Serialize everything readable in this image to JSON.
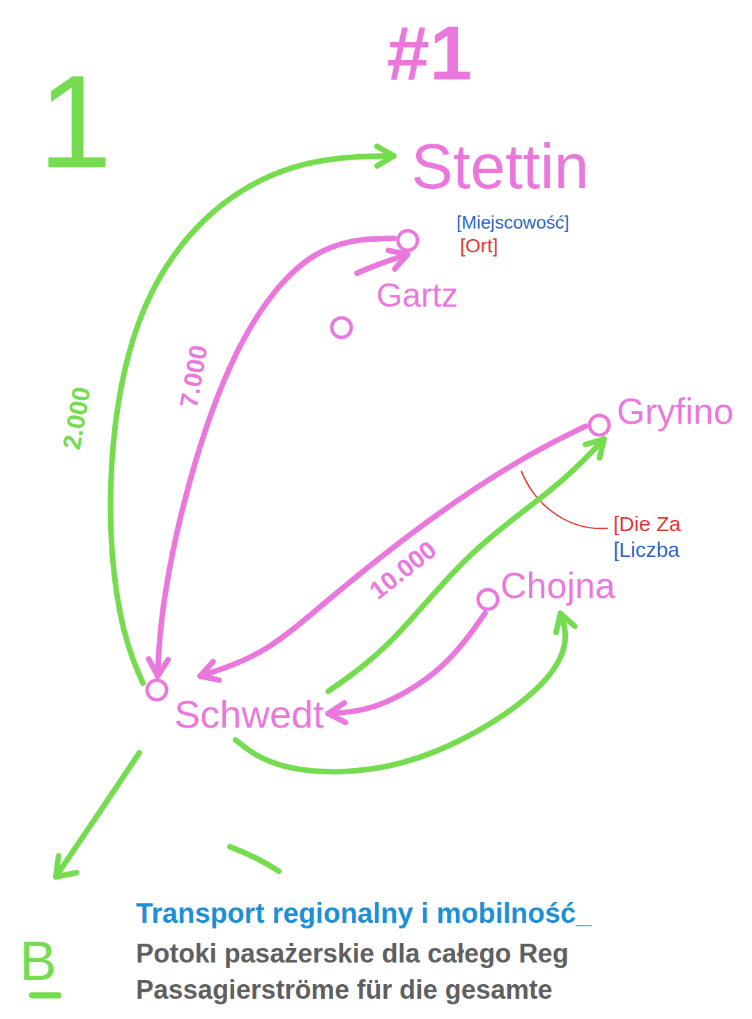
{
  "diagram": {
    "title": "Transport regionalny i mobilność_",
    "nodes": [
      {
        "text": [
          "Stettin"
        ]
      },
      {
        "text": [
          "Gartz"
        ]
      },
      {
        "text": [
          "Gryfino"
        ]
      },
      {
        "text": [
          "Schwedt"
        ]
      },
      {
        "text": [
          "Chojna"
        ]
      }
    ],
    "edges": [
      {
        "from": 0,
        "to": 3,
        "arrow": "to",
        "label": "7.000"
      },
      {
        "from": 3,
        "to": 0,
        "arrow": "to",
        "label": "2.000"
      },
      {
        "from": 1,
        "to": 0,
        "arrow": "to"
      },
      {
        "from": 2,
        "to": 3,
        "arrow": "to",
        "label": "10.000"
      },
      {
        "from": 3,
        "to": 2,
        "arrow": "to"
      },
      {
        "from": 4,
        "to": 3,
        "arrow": "to"
      },
      {
        "from": 3,
        "to": 4,
        "arrow": "to"
      }
    ],
    "labels": [
      "#1",
      "1",
      "[Miejscowość]",
      "[Ort]",
      "[Die Za",
      "[Liczba",
      "Potoki pasażerskie dla całego Reg",
      "Passagierströme für die gesamte",
      "B"
    ]
  }
}
